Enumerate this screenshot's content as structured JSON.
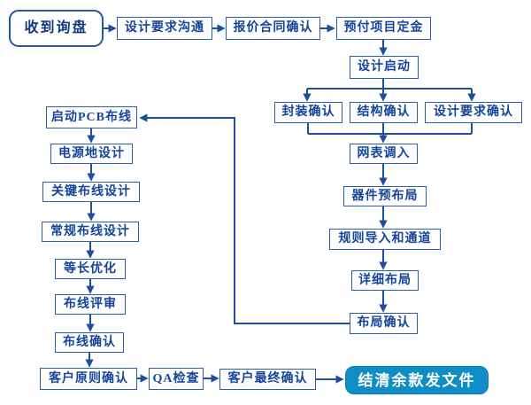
{
  "diagram_type": "flowchart",
  "colors": {
    "connector": "#1d4f9c",
    "box_border": "#2e5fa6",
    "box_text": "#15459a",
    "start_box_text": "#123a7d",
    "end_box_fill": "#0e8dc6",
    "end_box_text": "#ffffff",
    "background": "#ffffff"
  },
  "nodes": {
    "receive_inquiry": {
      "label": "收到询盘",
      "shape": "rounded"
    },
    "design_requirement_communication": {
      "label": "设计要求沟通",
      "shape": "rect"
    },
    "quote_contract_confirm": {
      "label": "报价合同确认",
      "shape": "rect"
    },
    "project_deposit": {
      "label": "预付项目定金",
      "shape": "rect"
    },
    "design_kickoff": {
      "label": "设计启动",
      "shape": "rect"
    },
    "package_confirm": {
      "label": "封装确认",
      "shape": "rect"
    },
    "structure_confirm": {
      "label": "结构确认",
      "shape": "rect"
    },
    "design_requirement_confirm": {
      "label": "设计要求确认",
      "shape": "rect"
    },
    "netlist_import": {
      "label": "网表调入",
      "shape": "rect"
    },
    "component_prelayout": {
      "label": "器件预布局",
      "shape": "rect"
    },
    "rules_import_channel": {
      "label": "规则导入和通道",
      "shape": "rect"
    },
    "detailed_layout": {
      "label": "详细布局",
      "shape": "rect"
    },
    "layout_confirm": {
      "label": "布局确认",
      "shape": "rect"
    },
    "start_pcb_routing": {
      "label": "启动PCB布线",
      "shape": "rect"
    },
    "power_ground_design": {
      "label": "电源地设计",
      "shape": "rect"
    },
    "critical_routing_design": {
      "label": "关键布线设计",
      "shape": "rect"
    },
    "general_routing_design": {
      "label": "常规布线设计",
      "shape": "rect"
    },
    "length_matching": {
      "label": "等长优化",
      "shape": "rect"
    },
    "routing_review": {
      "label": "布线评审",
      "shape": "rect"
    },
    "routing_confirm": {
      "label": "布线确认",
      "shape": "rect"
    },
    "customer_principle_confirm": {
      "label": "客户原则确认",
      "shape": "rect"
    },
    "qa_check": {
      "label": "QA检查",
      "shape": "rect"
    },
    "customer_final_confirm": {
      "label": "客户最终确认",
      "shape": "rect"
    },
    "final_payment_delivery": {
      "label": "结清余款发文件",
      "shape": "rounded-filled"
    }
  },
  "edges": [
    {
      "from": "receive_inquiry",
      "to": "design_requirement_communication"
    },
    {
      "from": "design_requirement_communication",
      "to": "quote_contract_confirm"
    },
    {
      "from": "quote_contract_confirm",
      "to": "project_deposit"
    },
    {
      "from": "project_deposit",
      "to": "design_kickoff"
    },
    {
      "from": "design_kickoff",
      "to": "package_confirm"
    },
    {
      "from": "design_kickoff",
      "to": "structure_confirm"
    },
    {
      "from": "design_kickoff",
      "to": "design_requirement_confirm"
    },
    {
      "from": "package_confirm",
      "to": "netlist_import"
    },
    {
      "from": "structure_confirm",
      "to": "netlist_import"
    },
    {
      "from": "design_requirement_confirm",
      "to": "netlist_import"
    },
    {
      "from": "netlist_import",
      "to": "component_prelayout"
    },
    {
      "from": "component_prelayout",
      "to": "rules_import_channel"
    },
    {
      "from": "rules_import_channel",
      "to": "detailed_layout"
    },
    {
      "from": "detailed_layout",
      "to": "layout_confirm"
    },
    {
      "from": "layout_confirm",
      "to": "start_pcb_routing"
    },
    {
      "from": "start_pcb_routing",
      "to": "power_ground_design"
    },
    {
      "from": "power_ground_design",
      "to": "critical_routing_design"
    },
    {
      "from": "critical_routing_design",
      "to": "general_routing_design"
    },
    {
      "from": "general_routing_design",
      "to": "length_matching"
    },
    {
      "from": "length_matching",
      "to": "routing_review"
    },
    {
      "from": "routing_review",
      "to": "routing_confirm"
    },
    {
      "from": "routing_confirm",
      "to": "customer_principle_confirm"
    },
    {
      "from": "customer_principle_confirm",
      "to": "qa_check"
    },
    {
      "from": "qa_check",
      "to": "customer_final_confirm"
    },
    {
      "from": "customer_final_confirm",
      "to": "final_payment_delivery"
    }
  ]
}
